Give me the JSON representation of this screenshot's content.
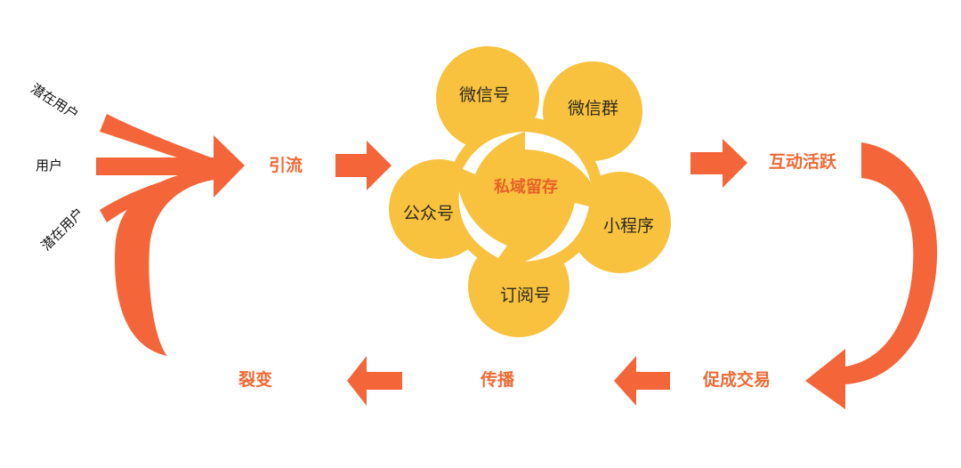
{
  "sources": {
    "top": "潜在用户",
    "middle": "用户",
    "bottom": "潜在用户"
  },
  "stages": {
    "attract": "引流",
    "retain": "私域留存",
    "engage": "互动活跃",
    "convert": "促成交易",
    "spread": "传播",
    "fission": "裂变"
  },
  "petals": [
    "微信号",
    "微信群",
    "小程序",
    "订阅号",
    "公众号"
  ],
  "colors": {
    "arrow": "#f4663a",
    "petal": "#f8c23f",
    "stage_text": "#ef6a35",
    "core_text": "#e8602a"
  }
}
